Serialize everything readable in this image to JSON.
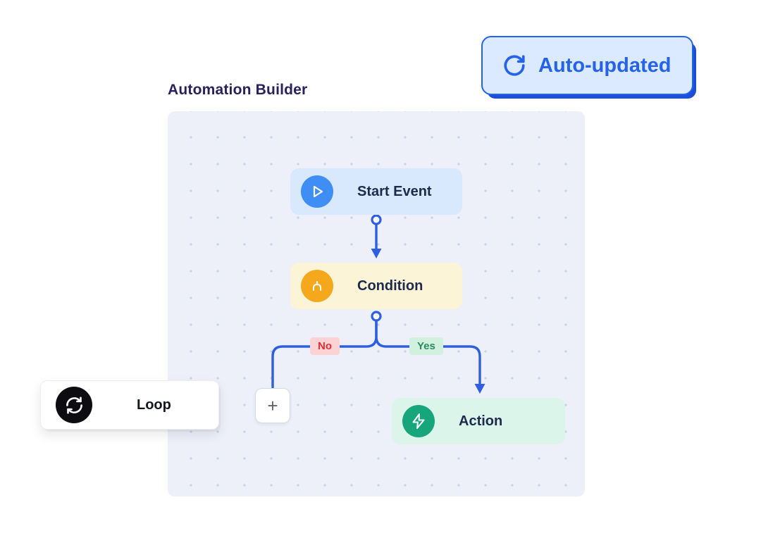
{
  "header": {
    "title": "Automation Builder"
  },
  "auto_updated_badge": {
    "label": "Auto-updated",
    "icon": "refresh-icon"
  },
  "canvas": {
    "start_node": {
      "label": "Start Event",
      "icon": "play-icon"
    },
    "condition_node": {
      "label": "Condition",
      "icon": "branch-icon"
    },
    "action_node": {
      "label": "Action",
      "icon": "lightning-icon"
    },
    "add_node": {
      "label": "+",
      "icon": "plus-icon"
    },
    "no_label": "No",
    "yes_label": "Yes"
  },
  "loop_card": {
    "label": "Loop",
    "icon": "loop-icon"
  },
  "colors": {
    "accent_blue": "#2563eb",
    "connector_blue": "#2e5fe0",
    "canvas_bg": "#edf0f8",
    "start_node_bg": "#d8e9fd",
    "start_icon_bg": "#3f8ef6",
    "condition_node_bg": "#fcf4d6",
    "condition_icon_bg": "#f6a81c",
    "action_node_bg": "#dcf5ea",
    "action_icon_bg": "#17a57c",
    "no_badge_bg": "#fcd2d4",
    "no_badge_text": "#e03131",
    "yes_badge_bg": "#d2f0de",
    "yes_badge_text": "#2b8a5e",
    "title_text": "#29215e",
    "loop_icon_bg": "#0c0c11"
  }
}
